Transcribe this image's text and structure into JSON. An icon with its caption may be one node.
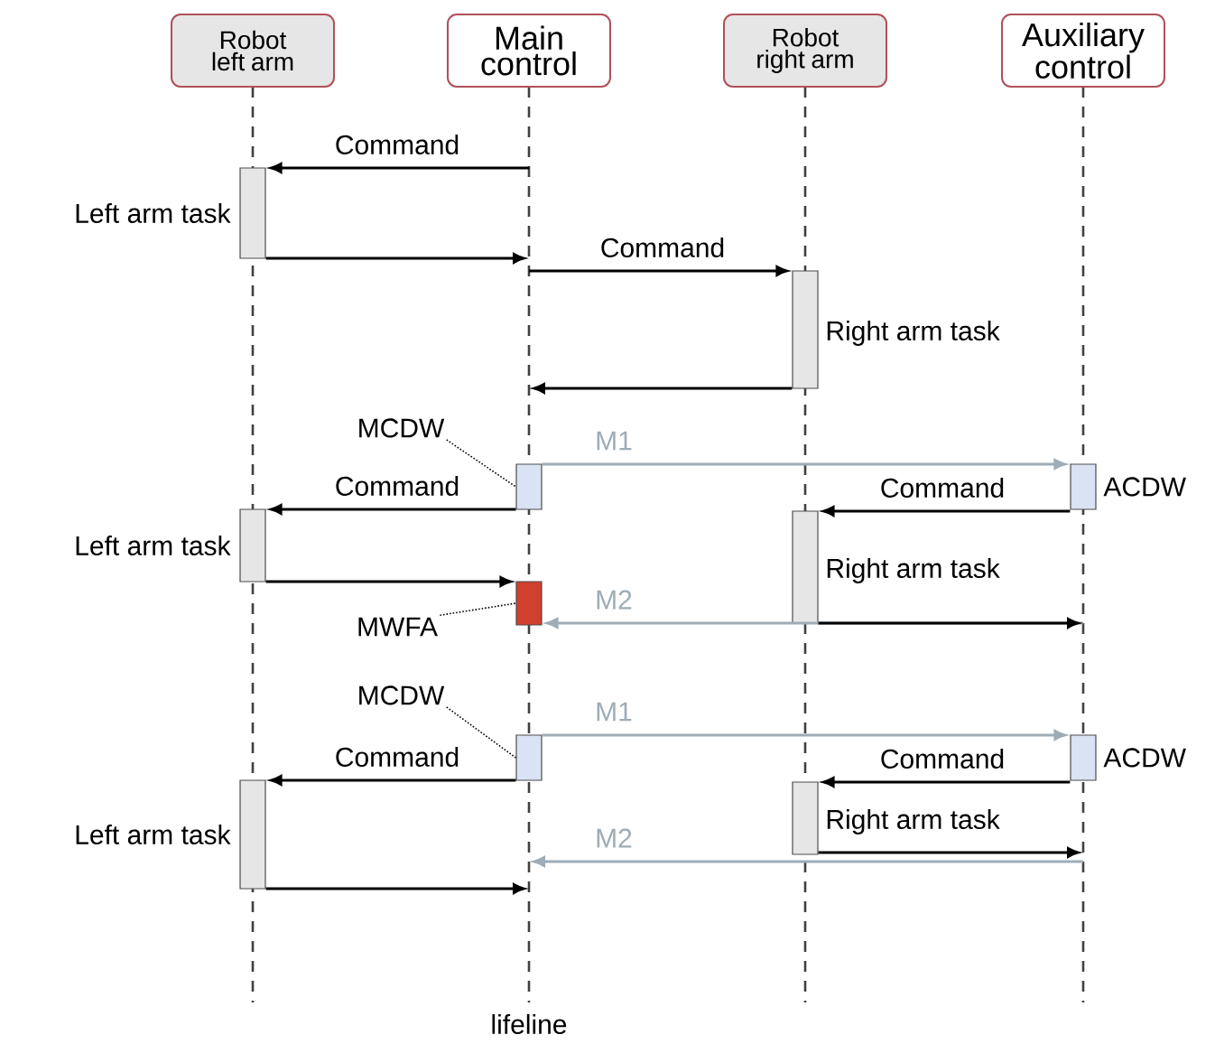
{
  "diagram": {
    "nodes": [
      {
        "text": [
          "Robot left arm"
        ]
      },
      {
        "text": [
          "Main control"
        ]
      },
      {
        "text": [
          "Robot right arm"
        ]
      },
      {
        "text": [
          "Auxiliary control"
        ]
      },
      {
        "text": [],
        "shape": "bar",
        "beside": [
          "Left arm task"
        ]
      },
      {
        "text": [],
        "shape": "bar",
        "beside": [
          "Right arm task"
        ]
      },
      {
        "text": [
          "MCDW"
        ]
      },
      {
        "text": [],
        "shape": "bar"
      },
      {
        "text": [],
        "shape": "bar",
        "beside": [
          "ACDW"
        ]
      },
      {
        "text": [],
        "shape": "bar",
        "beside": [
          "Left arm task"
        ]
      },
      {
        "text": [],
        "shape": "bar",
        "beside": [
          "Right arm task"
        ]
      },
      {
        "text": [
          "MWFA"
        ]
      },
      {
        "text": [],
        "shape": "bar"
      },
      {
        "text": [
          "MCDW"
        ]
      },
      {
        "text": [],
        "shape": "bar"
      },
      {
        "text": [],
        "shape": "bar",
        "beside": [
          "ACDW"
        ]
      },
      {
        "text": [],
        "shape": "bar",
        "beside": [
          "Left arm task"
        ]
      },
      {
        "text": [],
        "shape": "bar",
        "beside": [
          "Right arm task"
        ]
      }
    ],
    "edges": [
      {
        "from": 1,
        "to": 4,
        "arrow": "to",
        "label": "Command"
      },
      {
        "from": 4,
        "to": null,
        "arrow": "to"
      },
      {
        "from": null,
        "to": 5,
        "arrow": "to",
        "label": "Command"
      },
      {
        "from": 5,
        "to": null,
        "arrow": "to"
      },
      {
        "from": 6,
        "to": 7,
        "arrow": "none",
        "style": "dashed"
      },
      {
        "from": 7,
        "to": 8,
        "arrow": "to",
        "label": "M1",
        "color": "#9eacb6"
      },
      {
        "from": 7,
        "to": 9,
        "arrow": "to",
        "label": "Command"
      },
      {
        "from": 8,
        "to": 10,
        "arrow": "to",
        "label": "Command"
      },
      {
        "from": 9,
        "to": 12,
        "arrow": "to"
      },
      {
        "from": 11,
        "to": 12,
        "arrow": "none",
        "style": "dashed"
      },
      {
        "from": null,
        "to": 12,
        "arrow": "to",
        "label": "M2",
        "color": "#9eacb6"
      },
      {
        "from": 10,
        "to": null,
        "arrow": "to"
      },
      {
        "from": 13,
        "to": 14,
        "arrow": "none",
        "style": "dashed"
      },
      {
        "from": 14,
        "to": 15,
        "arrow": "to",
        "label": "M1",
        "color": "#9eacb6"
      },
      {
        "from": 14,
        "to": 16,
        "arrow": "to",
        "label": "Command"
      },
      {
        "from": 15,
        "to": 17,
        "arrow": "to",
        "label": "Command"
      },
      {
        "from": 17,
        "to": null,
        "arrow": "to"
      },
      {
        "from": 16,
        "to": null,
        "arrow": "to"
      }
    ],
    "labels": [
      "M2",
      "lifeline"
    ]
  }
}
